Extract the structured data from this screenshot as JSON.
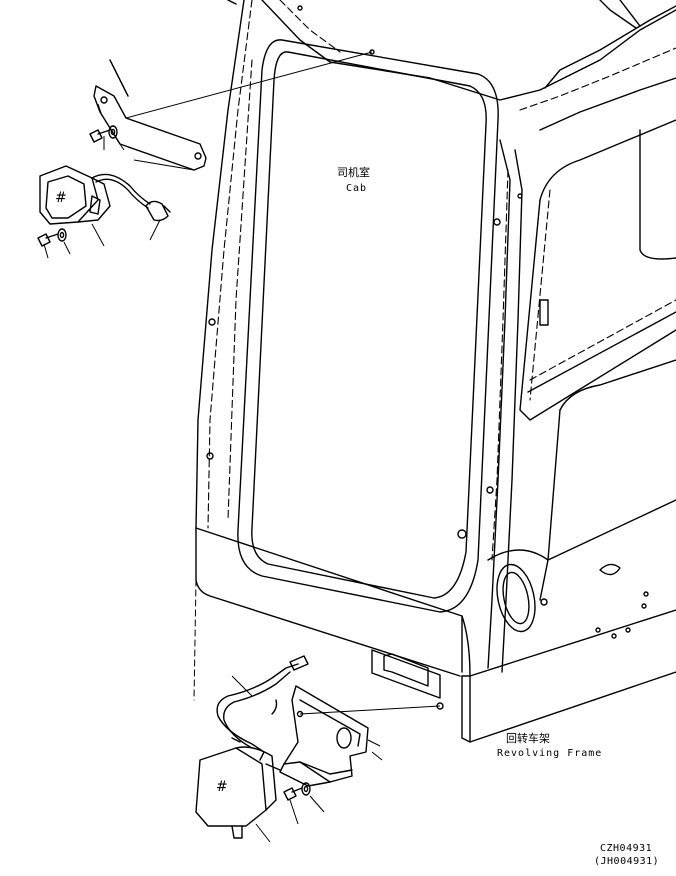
{
  "labels": {
    "cab_cn": "司机室",
    "cab_en": "Cab",
    "frame_cn": "回转车架",
    "frame_en": "Revolving Frame"
  },
  "drawing_codes": {
    "primary": "CZH04931",
    "secondary": "(JH004931)"
  },
  "lamp_symbol": "#"
}
